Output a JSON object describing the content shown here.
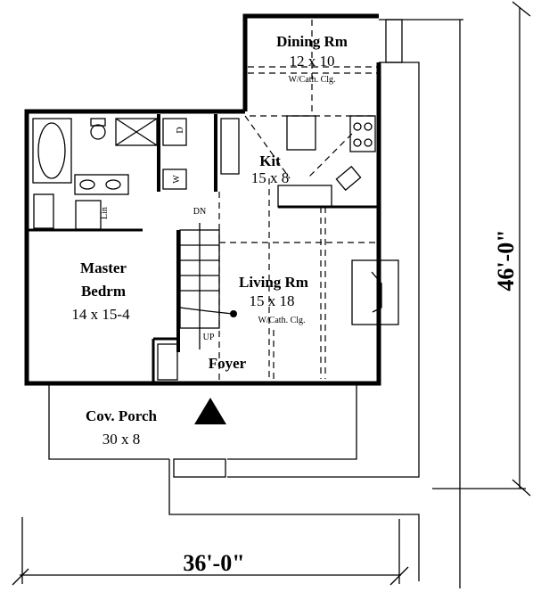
{
  "rooms": {
    "dining": {
      "name": "Dining Rm",
      "size": "12 x 10",
      "note": "W/Cath. Clg."
    },
    "kitchen": {
      "name": "Kit",
      "size": "15 x 8"
    },
    "master": {
      "name_line1": "Master",
      "name_line2": "Bedrm",
      "size": "14 x 15-4"
    },
    "living": {
      "name": "Living Rm",
      "size": "15 x 18",
      "note": "W/Cath. Clg."
    },
    "foyer": {
      "name": "Foyer"
    },
    "porch": {
      "name": "Cov. Porch",
      "size": "30 x 8"
    }
  },
  "fixtures": {
    "dryer": "D",
    "washer": "W",
    "linen": "Lin",
    "stair_down": "DN",
    "stair_up": "UP"
  },
  "dimensions": {
    "depth": "46'-0\"",
    "width": "36'-0\""
  }
}
